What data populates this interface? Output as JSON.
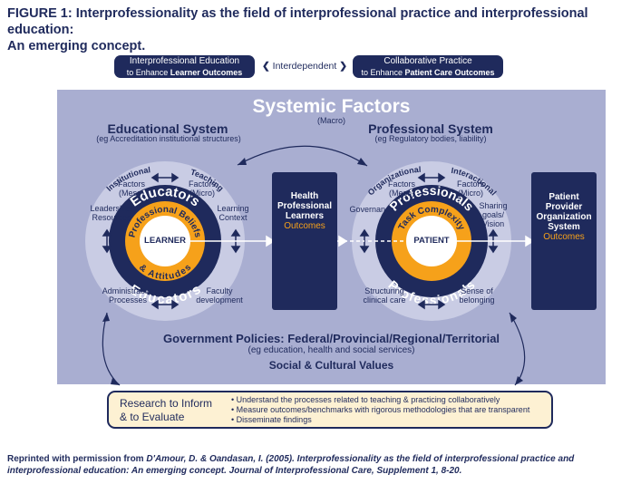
{
  "figure": {
    "title_line1": "FIGURE 1: Interprofessionality as the field of interprofessional practice and interprofessional education:",
    "title_line2": "An emerging concept."
  },
  "top": {
    "left_pill_line1": "Interprofessional Education",
    "left_pill_line2a": "to Enhance ",
    "left_pill_line2b": "Learner Outcomes",
    "interdependent": "Interdependent",
    "right_pill_line1": "Collaborative Practice",
    "right_pill_line2a": "to Enhance ",
    "right_pill_line2b": "Patient Care Outcomes"
  },
  "panel": {
    "title": "Systemic Factors",
    "macro": "(Macro)",
    "edu_system": "Educational System",
    "edu_system_sub": "(eg Accreditation institutional structures)",
    "prof_system": "Professional System",
    "prof_system_sub": "(eg Regulatory bodies, liability)"
  },
  "left_circle": {
    "institutional": "Institutional",
    "inst_factors": "Factors",
    "inst_meso": "(Meso)",
    "teaching": "Teaching",
    "teach_factors": "Factors",
    "teach_micro": "(Micro)",
    "leadership_line1": "Leadership/",
    "leadership_line2": "Resources",
    "learning_line1": "Learning",
    "learning_line2": "Context",
    "admin_line1": "Administrative",
    "admin_line2": "Processes",
    "faculty_line1": "Faculty",
    "faculty_line2": "development",
    "educators": "Educators",
    "prof_beliefs": "Professional Beliefs",
    "attitudes": "& Attitudes",
    "learner": "LEARNER"
  },
  "mid_box": {
    "line1": "Health",
    "line2": "Professional",
    "line3": "Learners",
    "outcomes": "Outcomes"
  },
  "right_circle": {
    "organizational": "Organizational",
    "org_factors": "Factors",
    "org_meso": "(Meso)",
    "interactional": "Interactional",
    "int_factors": "Factors",
    "int_micro": "(Micro)",
    "governance": "Governance",
    "sharing_line1": "Sharing",
    "sharing_line2": "goals/",
    "sharing_line3": "Vision",
    "structuring_line1": "Structuring",
    "structuring_line2": "clinical care",
    "belonging_line1": "Sense of",
    "belonging_line2": "belonging",
    "professionals": "Professionals",
    "task_complexity": "Task Complexity",
    "patient": "PATIENT"
  },
  "right_box": {
    "line1": "Patient",
    "line2": "Provider",
    "line3": "Organization",
    "line4": "System",
    "outcomes": "Outcomes"
  },
  "bottom": {
    "gov_policies": "Government Policies: Federal/Provincial/Regional/Territorial",
    "gov_sub": "(eg education, health and social services)",
    "social": "Social & Cultural Values"
  },
  "research": {
    "title_line1": "Research to Inform",
    "title_line2": "& to Evaluate",
    "items": [
      "Understand the processes related to teaching & practicing collaboratively",
      "Measure outcomes/benchmarks with rigorous methodologies that are transparent",
      "Disseminate findings"
    ]
  },
  "citation": {
    "prefix": "Reprinted with permission from ",
    "line1_italic": "D'Amour, D. & Oandasan, I. (2005). Interprofessionality as the field of interprofessional practice and",
    "line2_italic": "interprofessional education: An emerging concept. Journal of Interprofessional Care, Supplement 1, 8-20."
  },
  "colors": {
    "navy": "#1f2a5c",
    "panel": "#a9aed1",
    "circle": "#c9cce4",
    "orange": "#f6a11a",
    "cream": "#fdf1d3"
  }
}
